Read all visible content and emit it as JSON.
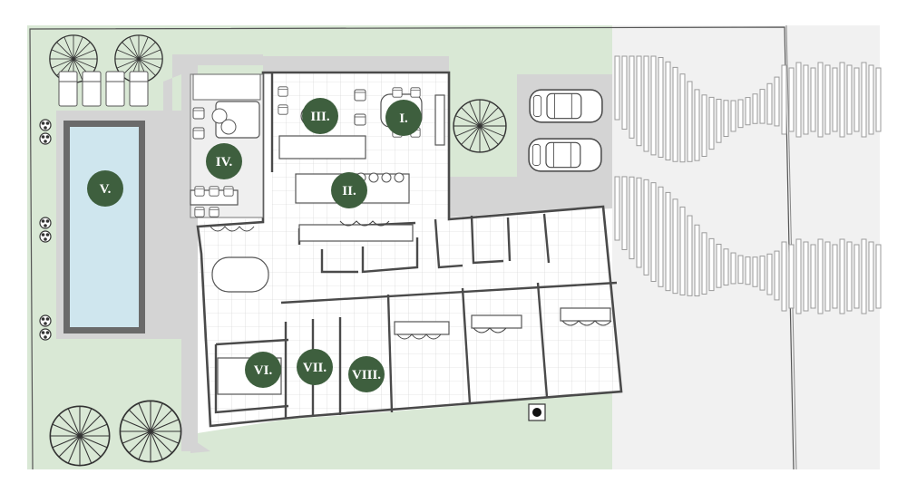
{
  "colors": {
    "lawn": "#d9e8d5",
    "paving": "#d6d6d6",
    "deck": "#f2f2f2",
    "floor_tile": "#ffffff",
    "tile_line": "#c8c8c8",
    "wall": "#4a4a4a",
    "pool_water": "#cfe6ee",
    "pool_edge": "#555555",
    "marker": "#3e5f3e",
    "marker_text": "#ffffff",
    "hedge_bar": "#9a9a9a"
  },
  "icons": [
    "tree-icon",
    "car-icon",
    "sunlounger-icon",
    "garden-light-icon",
    "bbq-icon"
  ],
  "rooms": [
    {
      "id": "room-1",
      "label": "I."
    },
    {
      "id": "room-2",
      "label": "II."
    },
    {
      "id": "room-3",
      "label": "III."
    },
    {
      "id": "room-4",
      "label": "IV."
    },
    {
      "id": "room-5",
      "label": "V."
    },
    {
      "id": "room-6",
      "label": "VI."
    },
    {
      "id": "room-7",
      "label": "VII."
    },
    {
      "id": "room-8",
      "label": "VIII."
    }
  ]
}
